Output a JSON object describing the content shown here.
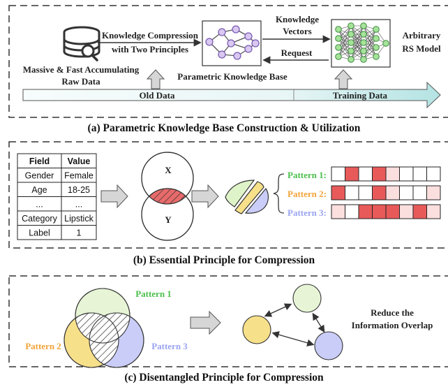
{
  "panel_a": {
    "raw_data_label_1": "Massive & Fast Accumulating",
    "raw_data_label_2": "Raw Data",
    "compression_label_1": "Knowledge Compression",
    "compression_label_2": "with Two Principles",
    "knowledge_base_label": "Parametric Knowledge Base",
    "vectors_label_1": "Knowledge",
    "vectors_label_2": "Vectors",
    "request_label": "Request",
    "model_label_1": "Arbitrary",
    "model_label_2": "RS Model",
    "old_data_label": "Old Data",
    "training_data_label": "Training Data",
    "caption": "(a) Parametric Knowledge Base Construction & Utilization"
  },
  "panel_b": {
    "table_headers": [
      "Field",
      "Value"
    ],
    "table_rows": [
      [
        "Gender",
        "Female"
      ],
      [
        "Age",
        "18-25"
      ],
      [
        "...",
        "..."
      ],
      [
        "Category",
        "Lipstick"
      ],
      [
        "Label",
        "1"
      ]
    ],
    "set_x_label": "X",
    "set_y_label": "Y",
    "patterns": [
      {
        "label": "Pattern 1:",
        "color": "#4bbf4b",
        "cells": [
          0,
          2,
          0,
          2,
          1,
          0,
          0,
          0
        ]
      },
      {
        "label": "Pattern 2:",
        "color": "#f2a33a",
        "cells": [
          2,
          0,
          0,
          2,
          1,
          0,
          0,
          1
        ]
      },
      {
        "label": "Pattern 3:",
        "color": "#9aa4f0",
        "cells": [
          1,
          0,
          2,
          2,
          2,
          1,
          2,
          1
        ]
      }
    ],
    "caption": "(b) Essential Principle for Compression"
  },
  "panel_c": {
    "pattern_1_label": "Pattern 1",
    "pattern_2_label": "Pattern 2",
    "pattern_3_label": "Pattern 3",
    "reduce_label_1": "Reduce the",
    "reduce_label_2": "Information Overlap",
    "caption": "(c) Disentangled Principle for Compression"
  },
  "colors": {
    "green": "#dff3c8",
    "yellow": "#f7e08a",
    "blue": "#c9cdf7",
    "cell_strong": "#e85a5a",
    "cell_light": "#fbdede",
    "arrow_fill": "#d6d6d6",
    "bar_left": "#f4fafa",
    "bar_right": "#bfe7e7"
  }
}
